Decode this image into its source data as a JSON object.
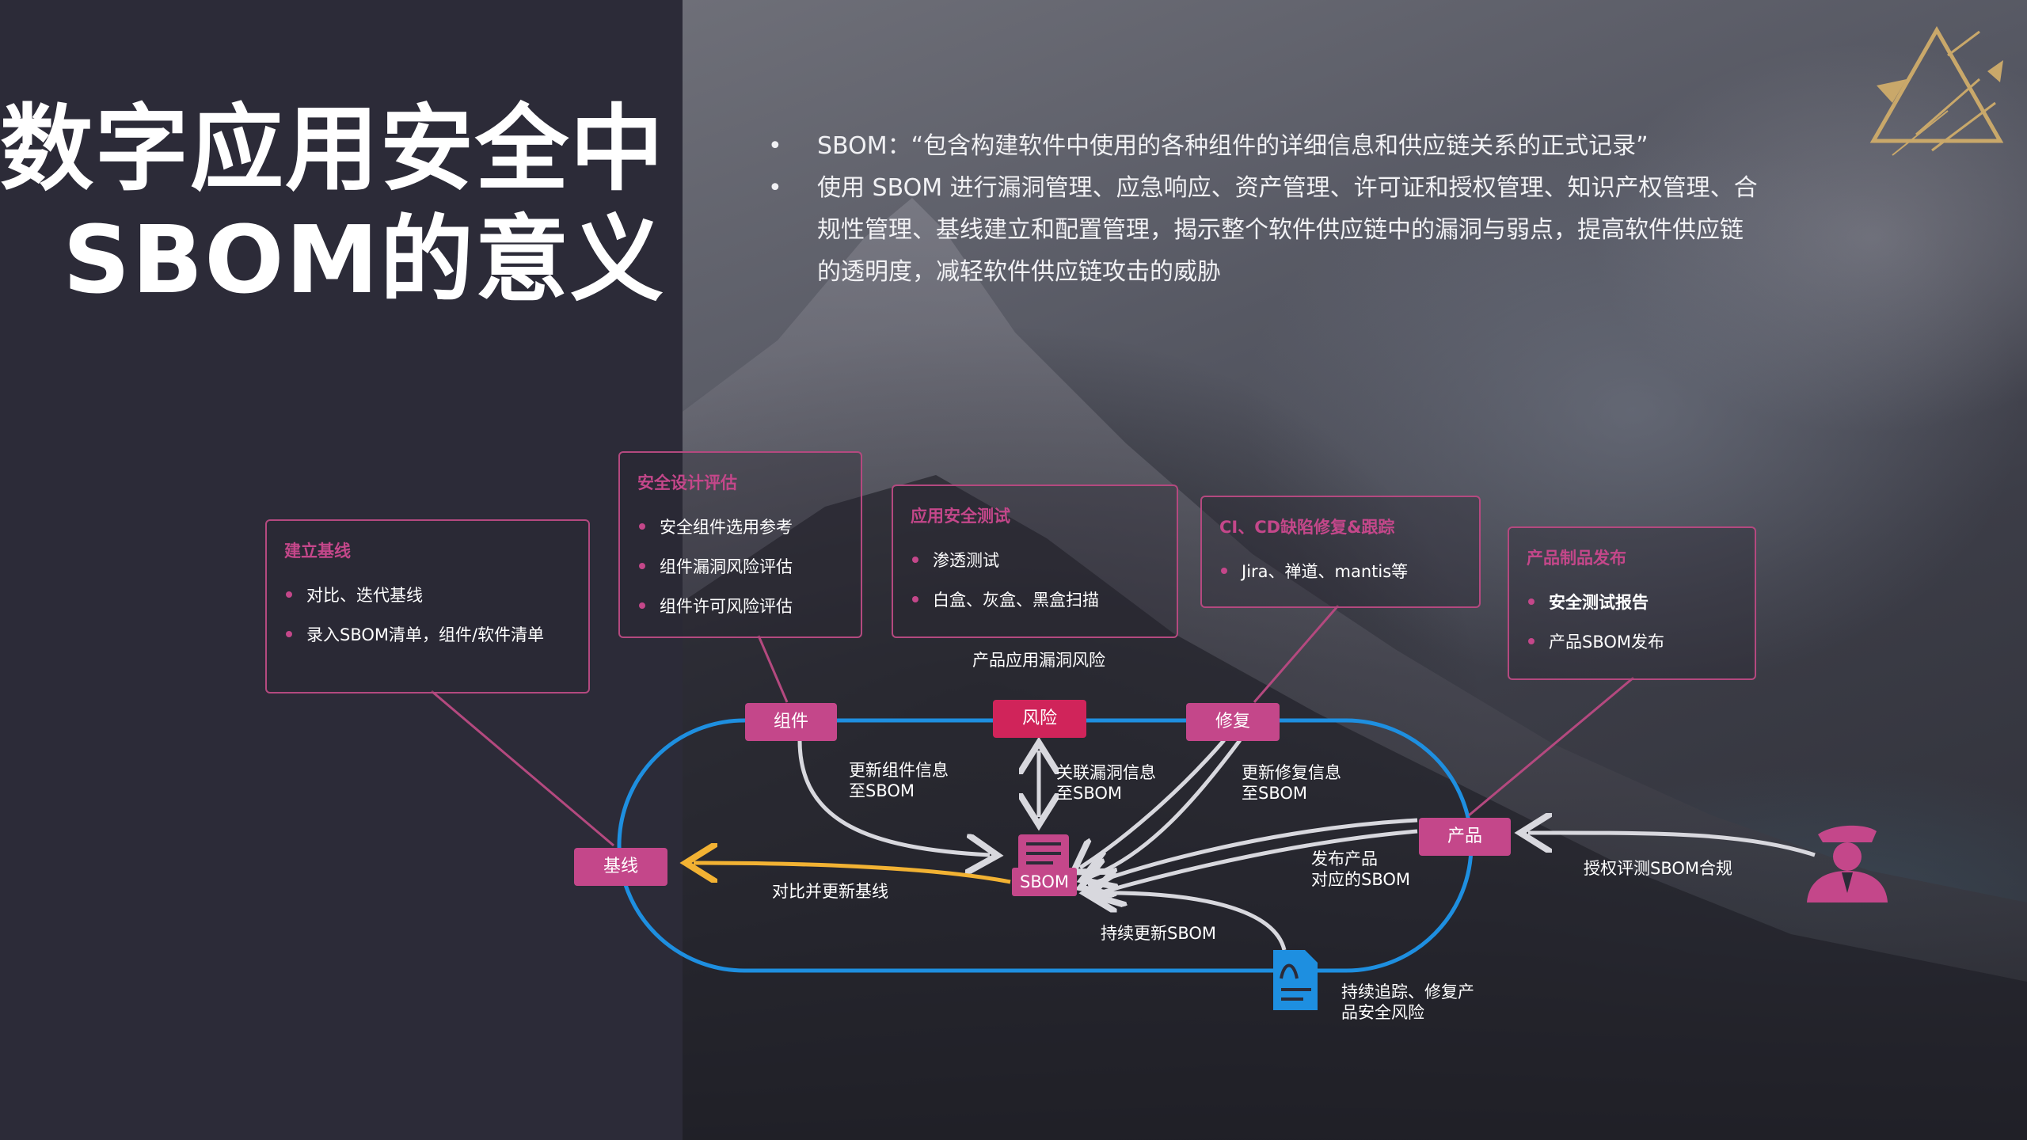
{
  "title": {
    "line1": "数字应用安全中",
    "line2": "SBOM的意义"
  },
  "bullets": [
    "SBOM：“包含构建软件中使用的各种组件的详细信息和供应链关系的正式记录”",
    "使用 SBOM 进行漏洞管理、应急响应、资产管理、许可证和授权管理、知识产权管理、合规性管理、基线建立和配置管理，揭示整个软件供应链中的漏洞与弱点，提高软件供应链的透明度，减轻软件供应链攻击的威胁"
  ],
  "cards": {
    "baseline": {
      "title": "建立基线",
      "items": [
        "对比、迭代基线",
        "录入SBOM清单，组件/软件清单"
      ]
    },
    "design": {
      "title": "安全设计评估",
      "items": [
        "安全组件选用参考",
        "组件漏洞风险评估",
        "组件许可风险评估"
      ]
    },
    "apptest": {
      "title": "应用安全测试",
      "items": [
        "渗透测试",
        "白盒、灰盒、黑盒扫描"
      ]
    },
    "ci": {
      "title": "CI、CD缺陷修复&跟踪",
      "items": [
        "Jira、禅道、mantis等"
      ]
    },
    "release": {
      "title": "产品制品发布",
      "items": [
        "安全测试报告",
        "产品SBOM发布"
      ]
    }
  },
  "nodes": {
    "component": "组件",
    "risk": "风险",
    "fix": "修复",
    "baseline": "基线",
    "product": "产品",
    "sbom": "SBOM"
  },
  "labels": {
    "product_vuln_risk": "产品应用漏洞风险",
    "update_component_1": "更新组件信息",
    "update_component_2": "至SBOM",
    "link_vuln_1": "关联漏洞信息",
    "link_vuln_2": "至SBOM",
    "update_fix_1": "更新修复信息",
    "update_fix_2": "至SBOM",
    "publish_1": "发布产品",
    "publish_2": "对应的SBOM",
    "compare_baseline": "对比并更新基线",
    "continuous_update": "持续更新SBOM",
    "track_1": "持续追踪、修复产",
    "track_2": "品安全风险",
    "authorize": "授权评测SBOM合规"
  },
  "icons": [
    "triangle-logo-icon",
    "sbom-document-icon",
    "report-document-icon",
    "auditor-person-icon"
  ],
  "colors": {
    "accent_pink": "#c4478a",
    "risk_red": "#d0245a",
    "loop_blue": "#1e8fe0",
    "arrow_gold": "#f2b233",
    "arrow_gray": "#d8d8de",
    "logo_gold": "#c9a86a"
  }
}
